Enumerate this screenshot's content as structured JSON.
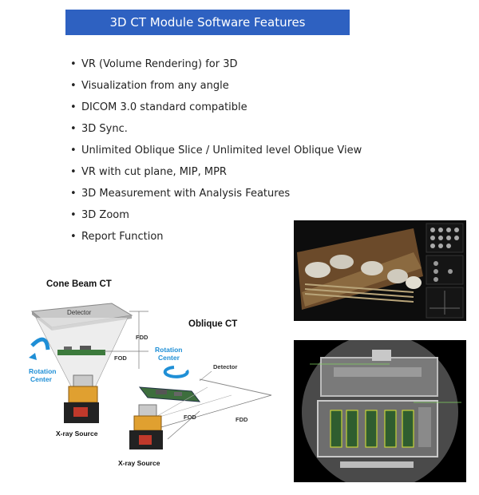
{
  "title": "3D CT Module Software Features",
  "features": [
    "VR (Volume Rendering) for 3D",
    "Visualization from any angle",
    "DICOM 3.0 standard compatible",
    "3D Sync.",
    "Unlimited Oblique Slice / Unlimited level Oblique View",
    "VR with cut plane, MIP, MPR",
    "3D Measurement with Analysis Features",
    "3D Zoom",
    "Report Function"
  ],
  "cone_beam": {
    "heading": "Cone Beam CT",
    "detector": "Detector",
    "fdd": "FDD",
    "fod": "FOD",
    "rotation_center": "Rotation\nCenter",
    "xray_source": "X-ray Source"
  },
  "oblique": {
    "heading": "Oblique CT",
    "detector": "Detector",
    "rotation_center": "Rotation\nCenter",
    "fod": "FOD",
    "fdd": "FDD",
    "xray_source": "X-ray Source"
  },
  "colors": {
    "title_bg": "#2e61c1",
    "rotation_text": "#1f8fd6"
  }
}
